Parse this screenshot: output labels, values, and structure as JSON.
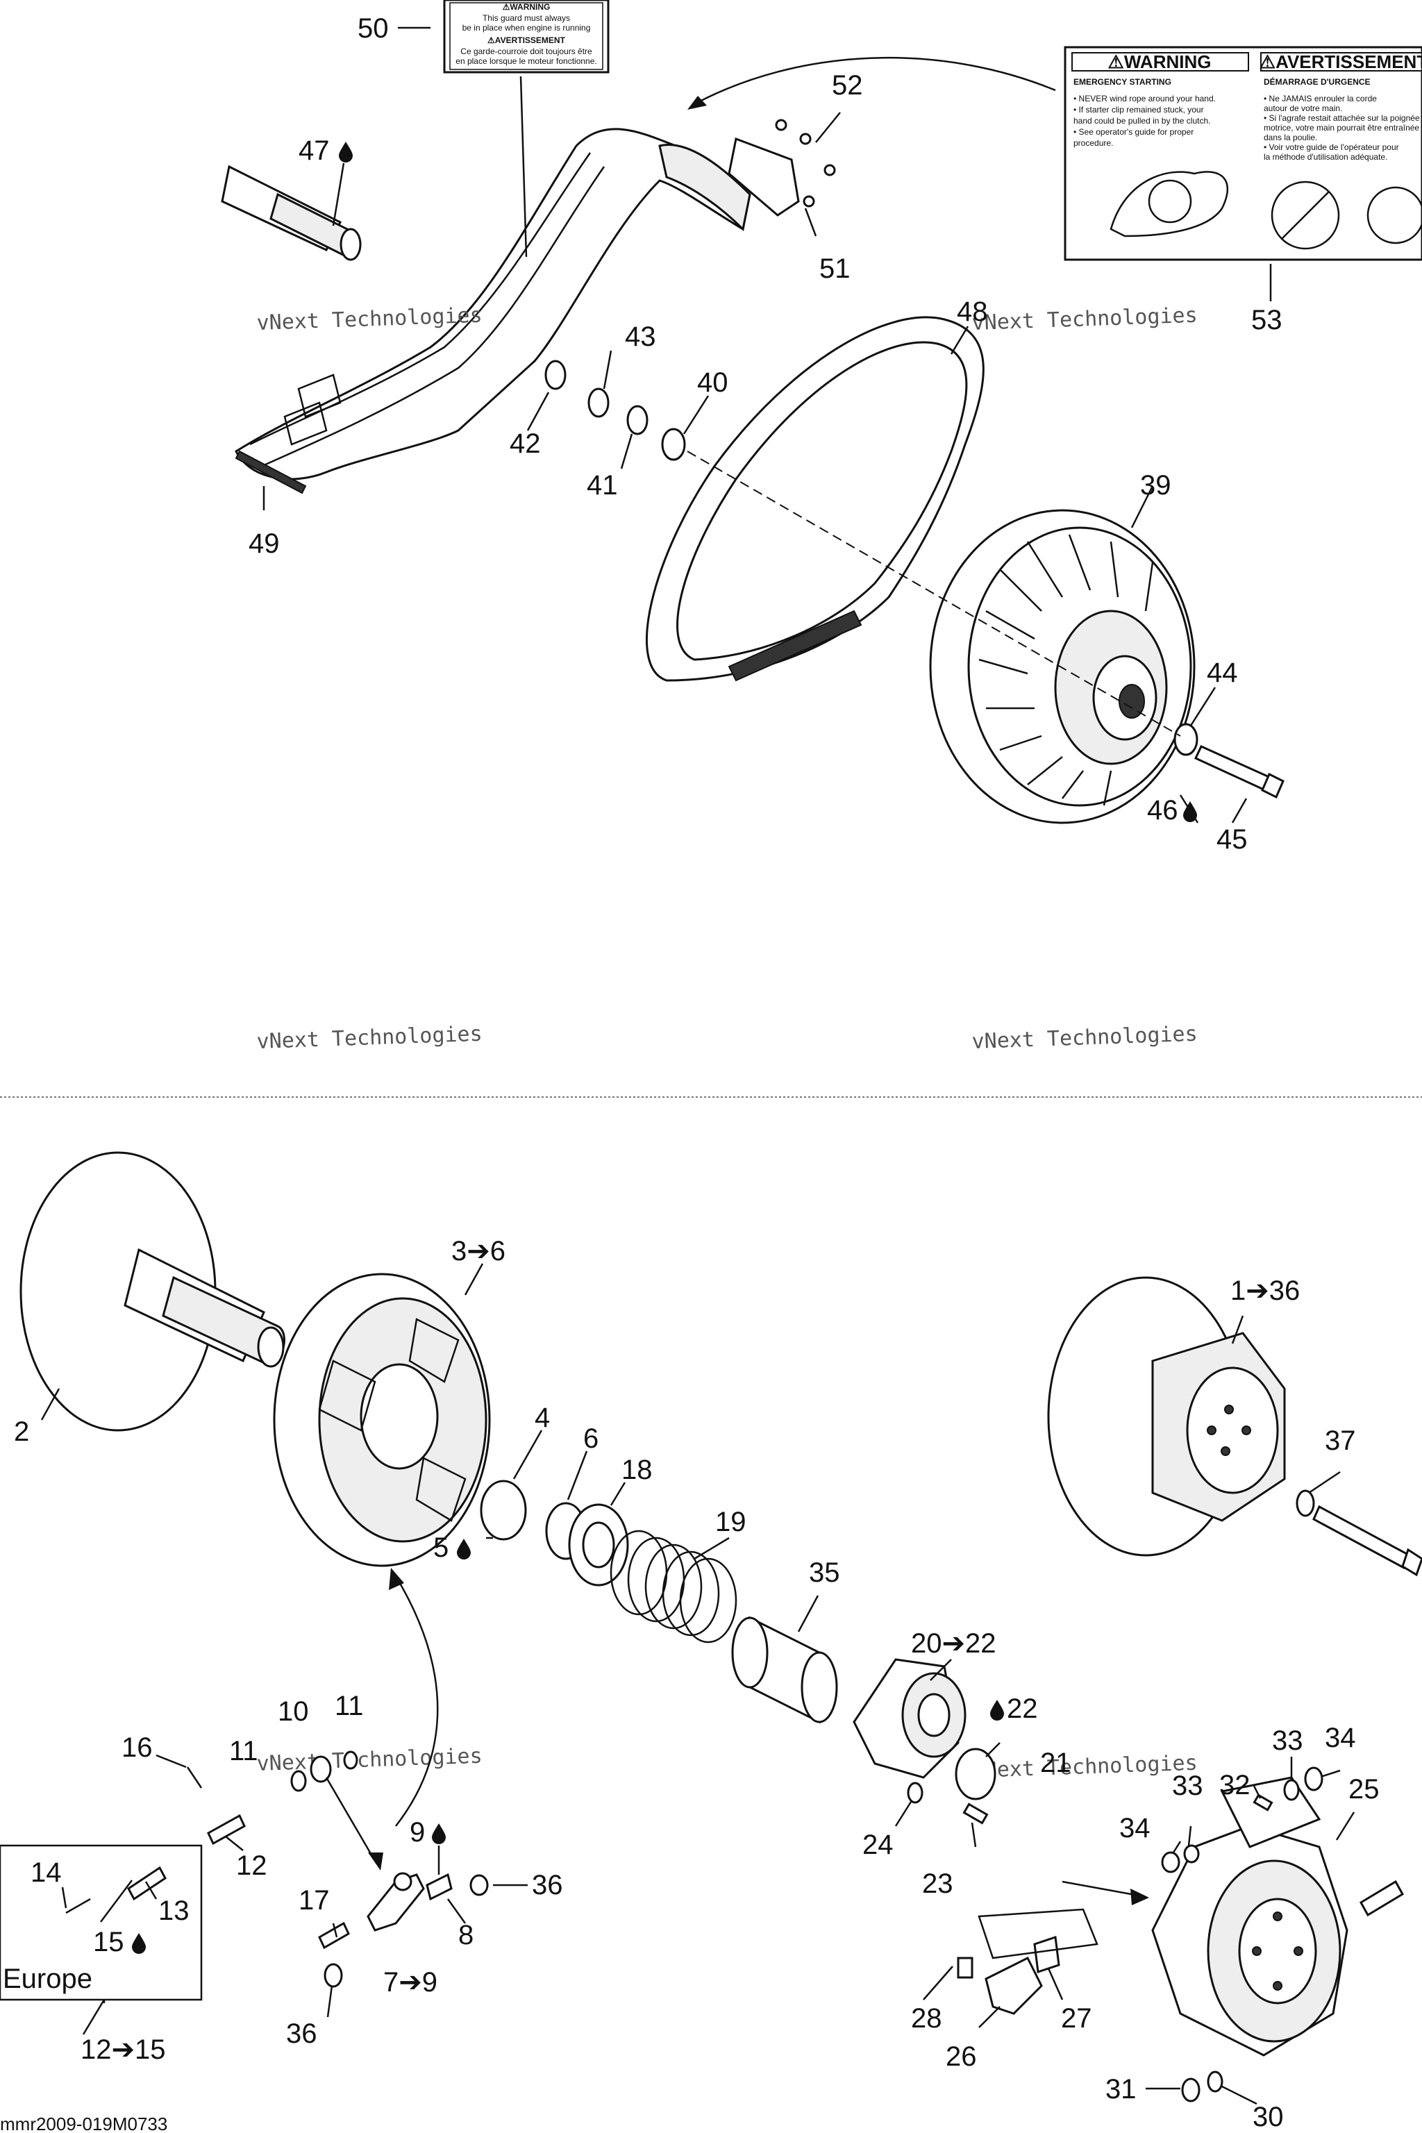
{
  "callouts": {
    "c50": "50",
    "c52": "52",
    "c47": "47",
    "c51": "51",
    "c53": "53",
    "c48": "48",
    "c43": "43",
    "c40": "40",
    "c42": "42",
    "c41": "41",
    "c49": "49",
    "c39": "39",
    "c44": "44",
    "c46": "46",
    "c45": "45",
    "c3_6": "3➔6",
    "c1_36": "1➔36",
    "c2": "2",
    "c4": "4",
    "c6": "6",
    "c18": "18",
    "c19": "19",
    "c5": "5",
    "c37": "37",
    "c35": "35",
    "c20_22": "20➔22",
    "c22": "22",
    "c21": "21",
    "c10": "10",
    "c11a": "11",
    "c11b": "11",
    "c16": "16",
    "c12": "12",
    "c9": "9",
    "c36a": "36",
    "c14": "14",
    "c13": "13",
    "c15": "15",
    "c17": "17",
    "c8": "8",
    "c7_9": "7➔9",
    "c36b": "36",
    "c12_15": "12➔15",
    "c24": "24",
    "c23": "23",
    "c33a": "33",
    "c34a": "34",
    "c32": "32",
    "c34b": "34",
    "c33b": "33",
    "c25": "25",
    "c28": "28",
    "c27": "27",
    "c26": "26",
    "c31": "31",
    "c30": "30"
  },
  "region_label": "Europe",
  "figure_id": "mmr2009-019M0733",
  "watermark": {
    "line1": "vNext Technologies",
    "big": "Technologies",
    "top": "vNext"
  },
  "guard_decal": {
    "line1": "⚠WARNING",
    "line2": "This guard must always",
    "line3": "be in place when engine is running",
    "line4": "⚠AVERTISSEMENT",
    "line5": "Ce garde-courroie doit toujours être",
    "line6": "en place lorsque le moteur fonctionne."
  },
  "warning_decal": {
    "title_en": "⚠WARNING",
    "title_fr": "⚠AVERTISSEMENT",
    "sub_en": "EMERGENCY STARTING",
    "sub_fr": "DÉMARRAGE D'URGENCE",
    "en1": "• NEVER wind rope around your hand.",
    "en2": "• If starter clip remained stuck, your",
    "en3": "  hand could be pulled in by the clutch.",
    "en4": "• See operator's guide for proper",
    "en5": "  procedure.",
    "fr1": "• Ne JAMAIS enrouler la corde",
    "fr2": "  autour de votre main.",
    "fr3": "• Si l'agrafe restait attachée sur la poignée",
    "fr4": "  motrice, votre main pourrait être entraînée",
    "fr5": "  dans la poulie.",
    "fr6": "• Voir votre guide de l'opérateur pour",
    "fr7": "  la méthode d'utilisation adéquate."
  }
}
